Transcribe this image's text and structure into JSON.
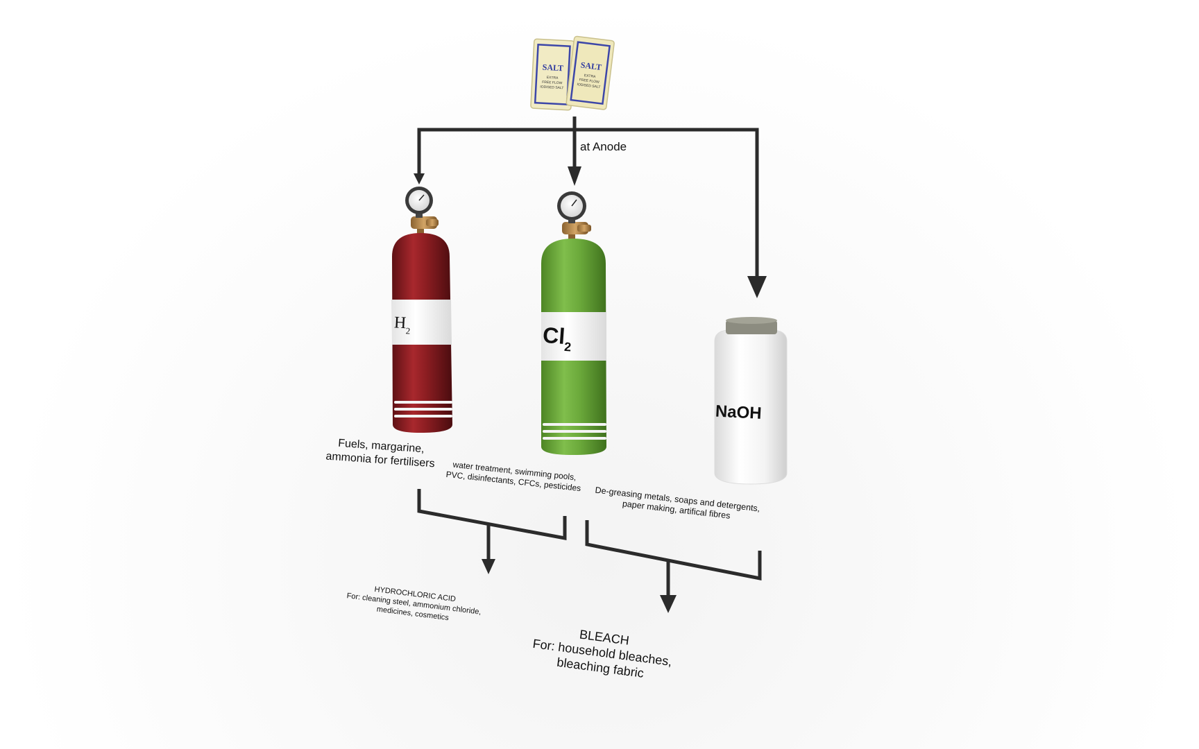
{
  "salt": {
    "packet_title": "SALT",
    "packet_lines": [
      "EXTRA",
      "FREE FLOW",
      "IODISED SALT"
    ]
  },
  "flow": {
    "anode_label": "at Anode"
  },
  "products": {
    "hydrogen": {
      "formula": "H",
      "subscript": "2",
      "uses": [
        "Fuels, margarine,",
        "ammonia for fertilisers"
      ],
      "color": "#8e1e22"
    },
    "chlorine": {
      "formula": "Cl",
      "subscript": "2",
      "uses": [
        "water treatment, swimming pools,",
        "PVC, disinfectants, CFCs, pesticides"
      ],
      "color": "#6aa83a"
    },
    "sodium_hydroxide": {
      "formula": "NaOH",
      "uses": [
        "De-greasing metals, soaps and detergents,",
        "paper making, artifical fibres"
      ],
      "color": "#f4f4f4"
    }
  },
  "derived": {
    "hydrochloric_acid": {
      "lines": [
        "HYDROCHLORIC ACID",
        "For: cleaning steel, ammonium chloride,",
        "medicines, cosmetics"
      ]
    },
    "bleach": {
      "lines": [
        "BLEACH",
        "For: household bleaches,",
        "bleaching fabric"
      ]
    }
  },
  "colors": {
    "arrow": "#2b2b2b",
    "gauge_brass": "#b88a4a"
  }
}
